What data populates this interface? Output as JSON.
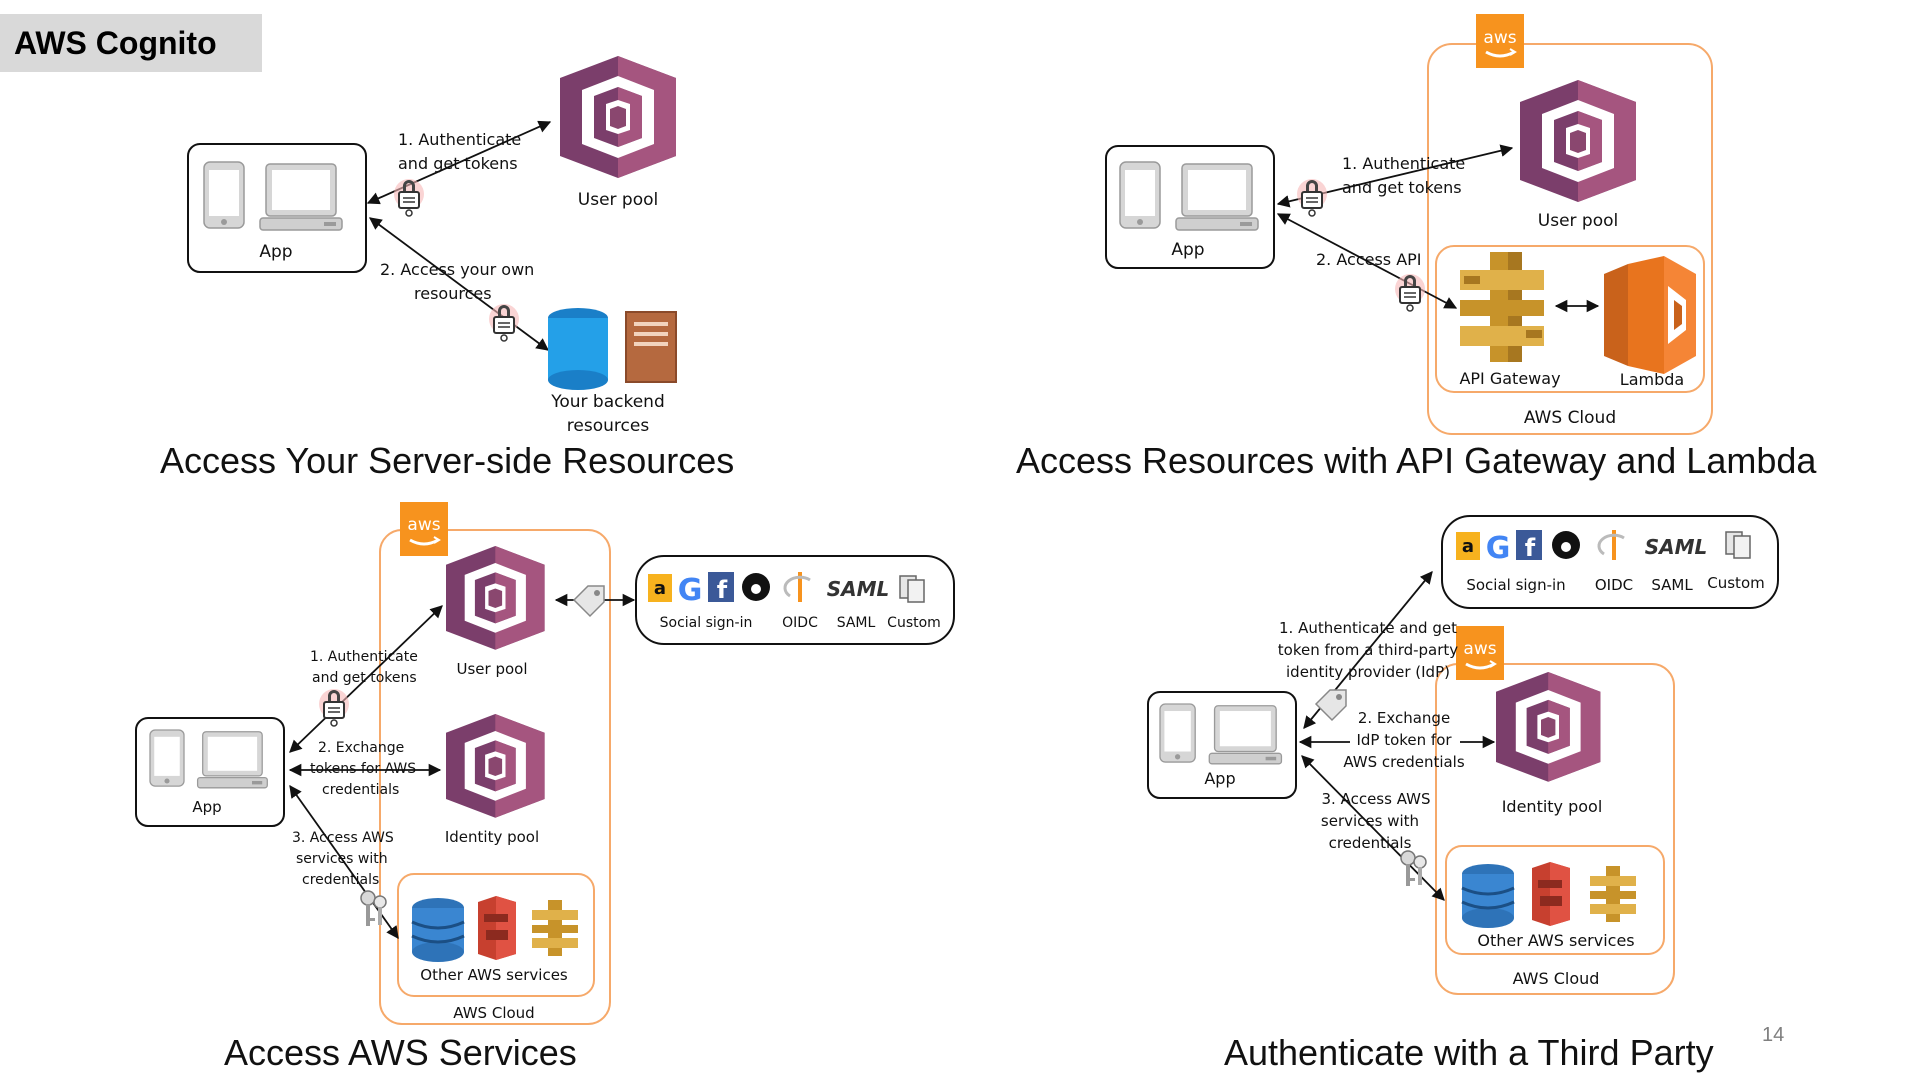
{
  "slide": {
    "title": "AWS Cognito",
    "page_number": "14"
  },
  "panels": {
    "server_side": {
      "caption": "Access Your Server-side Resources",
      "step1_line1": "1. Authenticate",
      "step1_line2": "and get tokens",
      "user_pool": "User pool",
      "app": "App",
      "step2_line1": "2. Access your own",
      "step2_line2": "resources",
      "backend_line1": "Your backend",
      "backend_line2": "resources"
    },
    "api_gateway": {
      "caption": "Access Resources with API Gateway and Lambda",
      "aws_logo": "aws",
      "step1_line1": "1. Authenticate",
      "step1_line2": "and get tokens",
      "user_pool": "User pool",
      "app": "App",
      "step2": "2. Access API",
      "api_gateway": "API Gateway",
      "lambda": "Lambda",
      "aws_cloud": "AWS Cloud"
    },
    "aws_services": {
      "caption": "Access AWS Services",
      "aws_logo": "aws",
      "user_pool": "User pool",
      "identity_pool": "Identity pool",
      "app": "App",
      "step1_line1": "1. Authenticate",
      "step1_line2": "and get tokens",
      "step2_line1": "2. Exchange",
      "step2_line2": "tokens for AWS",
      "step2_line3": "credentials",
      "step3_line1": "3. Access AWS",
      "step3_line2": "services with",
      "step3_line3": "credentials",
      "other_services": "Other AWS services",
      "aws_cloud": "AWS Cloud",
      "idp": {
        "social": "Social sign-in",
        "oidc": "OIDC",
        "saml": "SAML",
        "custom": "Custom",
        "saml_logo": "SAML"
      }
    },
    "third_party": {
      "caption": "Authenticate with a Third Party",
      "aws_logo": "aws",
      "identity_pool": "Identity pool",
      "app": "App",
      "step1_line1": "1. Authenticate and get",
      "step1_line2": "token from a third-party",
      "step1_line3": "identity provider (IdP)",
      "step2_line1": "2. Exchange",
      "step2_line2": "IdP token for",
      "step2_line3": "AWS credentials",
      "step3_line1": "3. Access AWS",
      "step3_line2": "services with",
      "step3_line3": "credentials",
      "other_services": "Other AWS services",
      "aws_cloud": "AWS Cloud",
      "idp": {
        "social": "Social sign-in",
        "oidc": "OIDC",
        "saml": "SAML",
        "custom": "Custom",
        "saml_logo": "SAML"
      }
    }
  },
  "colors": {
    "cognito_purple": "#7b3e6b",
    "cognito_light": "#a5557f",
    "aws_orange": "#f7931e",
    "cloud_border": "#f6a96a",
    "lambda_orange": "#e8741e",
    "api_gold": "#c7932a",
    "db_blue": "#1e90d8",
    "s3_red": "#c7402f"
  }
}
